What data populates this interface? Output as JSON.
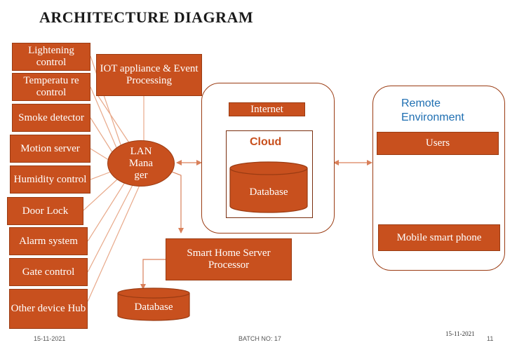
{
  "title": "ARCHITECTURE DIAGRAM",
  "devices": [
    {
      "id": "lightening",
      "label": "Lightening control"
    },
    {
      "id": "temperature",
      "label": "Temperatu re control"
    },
    {
      "id": "smoke",
      "label": "Smoke detector"
    },
    {
      "id": "motion",
      "label": "Motion server"
    },
    {
      "id": "humidity",
      "label": "Humidity control"
    },
    {
      "id": "doorlock",
      "label": "Door Lock"
    },
    {
      "id": "alarm",
      "label": "Alarm system"
    },
    {
      "id": "gate",
      "label": "Gate control"
    },
    {
      "id": "other",
      "label": "Other device Hub"
    }
  ],
  "iot_box": "IOT appliance & Event Processing",
  "lan_manager": "LAN Mana ger",
  "internet": "Internet",
  "cloud": "Cloud",
  "cloud_database": "Database",
  "smart_home": "Smart Home Server Processor",
  "local_database": "Database",
  "remote": {
    "title": "Remote Environment",
    "users": "Users",
    "mobile": "Mobile smart phone"
  },
  "footer": {
    "date_left": "15-11-2021",
    "batch": "BATCH NO: 17",
    "date_right": "15-11-2021",
    "page": "11"
  },
  "colors": {
    "box_fill": "#c8501e",
    "line": "#e8a98a",
    "accent_blue": "#1f6fb2"
  }
}
